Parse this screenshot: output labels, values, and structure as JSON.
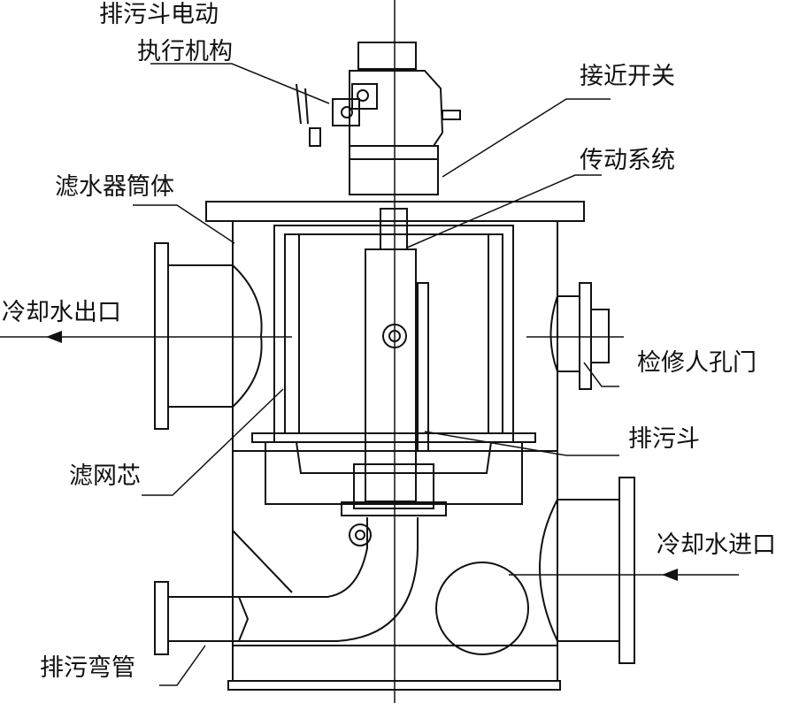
{
  "labels": {
    "actuator_line1": "排污斗电动",
    "actuator_line2": "执行机构",
    "proximity_switch": "接近开关",
    "transmission": "传动系统",
    "filter_body": "滤水器筒体",
    "cooling_outlet": "冷却水出口",
    "manhole_door": "检修人孔门",
    "drain_hopper": "排污斗",
    "filter_core": "滤网芯",
    "cooling_inlet": "冷却水进口",
    "drain_elbow": "排污弯管"
  },
  "colors": {
    "line": "#111111",
    "background": "#ffffff"
  }
}
